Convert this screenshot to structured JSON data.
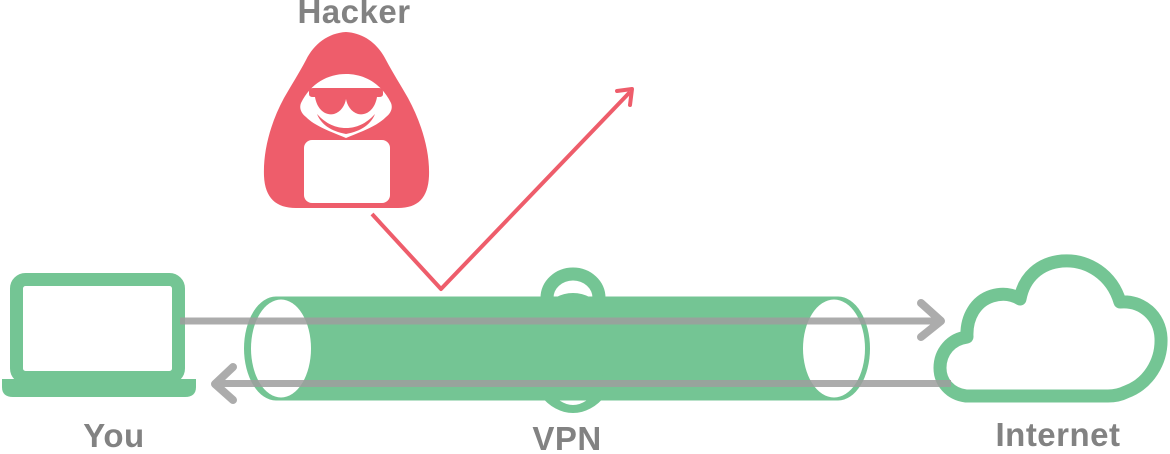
{
  "diagram": {
    "labels": {
      "hacker": "Hacker",
      "you": "You",
      "vpn": "VPN",
      "internet": "Internet"
    },
    "colors": {
      "green": "#74C594",
      "red": "#EE5D6B",
      "arrow_gray": "#9E9E9E",
      "label_gray": "#828282",
      "white": "#FFFFFF",
      "background": "#FFFFFF"
    },
    "icons": {
      "you": "laptop-icon",
      "hacker": "hacker-hoodie-icon",
      "vpn": "tunnel-icon with padlock-icon",
      "internet": "cloud-icon",
      "traffic_out": "right-arrow",
      "traffic_back": "left-arrow",
      "attack": "deflected-attack-arrow"
    }
  }
}
